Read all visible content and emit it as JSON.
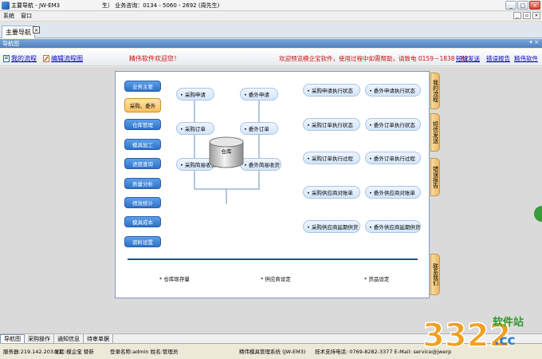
{
  "window": {
    "title": "主要导航 - JW-EM3",
    "title_mid": "生）  业务咨询：0134 - 5060 - 2692 (周先生)",
    "minimize": "_",
    "maximize": "□",
    "close": "×"
  },
  "menu": {
    "items": [
      "系统",
      "窗口"
    ]
  },
  "tab": {
    "label": "主要导航",
    "close": "×"
  },
  "panel": {
    "title": "导航图",
    "controls": "▾ ×"
  },
  "toolbar": {
    "my_flow": "我的流程",
    "edit_flow": "编辑流程图",
    "welcome": "精伟软件欢迎您！",
    "notice": "欢迎预览模企宝软件，使用过程中如需帮助，请致电 0159－1838－82",
    "sms": "短信发送",
    "report": "错误报告",
    "brand": "精伟软件"
  },
  "left_menu": [
    "业务主要",
    "采购、委外",
    "仓库管理",
    "模具加工",
    "进度查询",
    "质量分析",
    "绩效统计",
    "模具成本",
    "资料设置"
  ],
  "flow": {
    "purchase_request": "• 采购申请",
    "purchase_order": "• 采购订单",
    "purchase_receive": "• 采购简易收货",
    "outsource_request": "• 委外申请",
    "outsource_order": "• 委外订单",
    "outsource_receive": "• 委外简易收货",
    "warehouse": "仓库"
  },
  "status_nodes": [
    [
      "• 采购申请执行状态",
      "• 委外申请执行状态"
    ],
    [
      "• 采购订单执行状态",
      "• 委外订单执行状态"
    ],
    [
      "• 采购订单执行过程",
      "• 委外订单执行过程"
    ],
    [
      "• 采购供应商对账单",
      "• 委外供应商对账单"
    ],
    [
      "• 采购供应商延期供货",
      "• 委外供应商延期供货"
    ]
  ],
  "side_tabs": [
    "我的流程",
    "短信发送",
    "错误报告",
    "联系我们"
  ],
  "bottom_links": [
    "* 仓库现存量",
    "* 供应商设定",
    "* 货品设定"
  ],
  "bottom_tabs": [
    "导航图",
    "采购操作",
    "通知信息",
    "待审单据"
  ],
  "status": {
    "server": "服务器:219.142.203.11",
    "account": "帐套:模企宝 替新",
    "user": "登录名称:admin  姓名:管理员",
    "system": "精伟模具管理系统 (JW-EM3)",
    "support": "技术支持电话: 0769-8282-3377  E-Mail: service@jwerp"
  },
  "watermark": {
    "digits": "3322",
    "site": "软件站",
    "domain": ".cc"
  },
  "colors": {
    "button_blue": "#2f72c8",
    "button_active": "#f7c060",
    "notice_red": "#d01010",
    "link_blue": "#0000c8"
  }
}
